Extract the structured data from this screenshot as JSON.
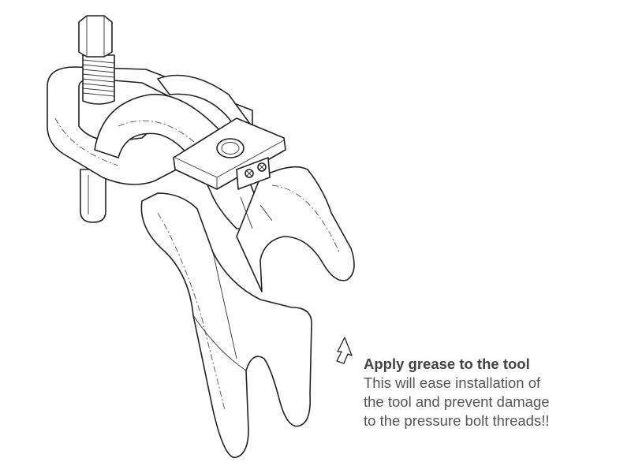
{
  "note": {
    "title": "Apply grease to the tool",
    "lines": [
      "This will ease installation of",
      "the tool and prevent damage",
      "to the pressure bolt threads!!"
    ]
  },
  "icons": {
    "arrow": "outline-up-arrow-icon"
  },
  "colors": {
    "line": "#222222",
    "text": "#555555"
  }
}
